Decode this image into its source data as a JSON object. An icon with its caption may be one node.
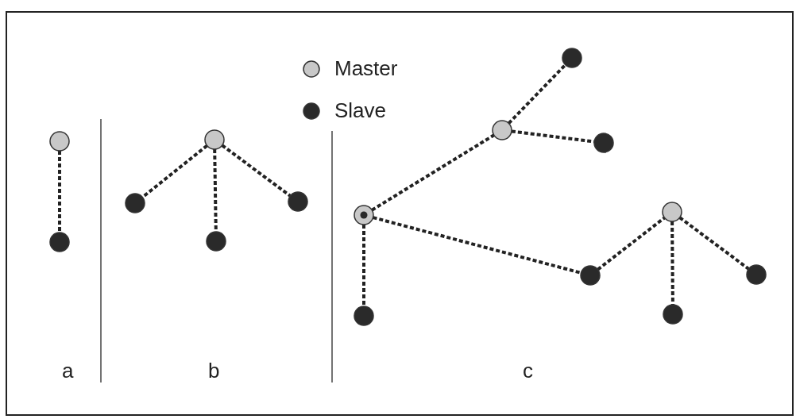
{
  "diagram": {
    "nodes": [
      {
        "text": [],
        "shape": "circle"
      },
      {
        "text": [],
        "shape": "circle"
      },
      {
        "text": [],
        "shape": "circle"
      },
      {
        "text": [],
        "shape": "circle"
      },
      {
        "text": [],
        "shape": "circle"
      },
      {
        "text": [],
        "shape": "circle"
      },
      {
        "text": [],
        "shape": "circle"
      },
      {
        "text": [],
        "shape": "circle"
      },
      {
        "text": [],
        "shape": "circle"
      },
      {
        "text": [],
        "shape": "circle"
      },
      {
        "text": [],
        "shape": "circle"
      },
      {
        "text": [],
        "shape": "circle"
      },
      {
        "text": [],
        "shape": "circle"
      },
      {
        "text": [],
        "shape": "circle"
      },
      {
        "text": [],
        "shape": "circle"
      }
    ],
    "edges": [
      {
        "from": 0,
        "to": 1,
        "arrow": "none",
        "style": "dashed"
      },
      {
        "from": 2,
        "to": 3,
        "arrow": "none",
        "style": "dashed"
      },
      {
        "from": 2,
        "to": 4,
        "arrow": "none",
        "style": "dashed"
      },
      {
        "from": 2,
        "to": 5,
        "arrow": "none",
        "style": "dashed"
      },
      {
        "from": 6,
        "to": 8,
        "arrow": "none",
        "style": "dashed"
      },
      {
        "from": 8,
        "to": 9,
        "arrow": "none",
        "style": "dashed"
      },
      {
        "from": 8,
        "to": 10,
        "arrow": "none",
        "style": "dashed"
      },
      {
        "from": 6,
        "to": 7,
        "arrow": "none",
        "style": "dashed"
      },
      {
        "from": 6,
        "to": 11,
        "arrow": "none",
        "style": "dashed"
      },
      {
        "from": 11,
        "to": 12,
        "arrow": "none",
        "style": "dashed"
      },
      {
        "from": 12,
        "to": 13,
        "arrow": "none",
        "style": "dashed"
      },
      {
        "from": 12,
        "to": 14,
        "arrow": "none",
        "style": "dashed"
      }
    ],
    "labels": [
      "a",
      "b",
      "c"
    ],
    "legend": [
      {
        "text": "Master",
        "color": "#c8c8c8"
      },
      {
        "text": "Slave",
        "color": "#2a2a2a"
      }
    ]
  }
}
